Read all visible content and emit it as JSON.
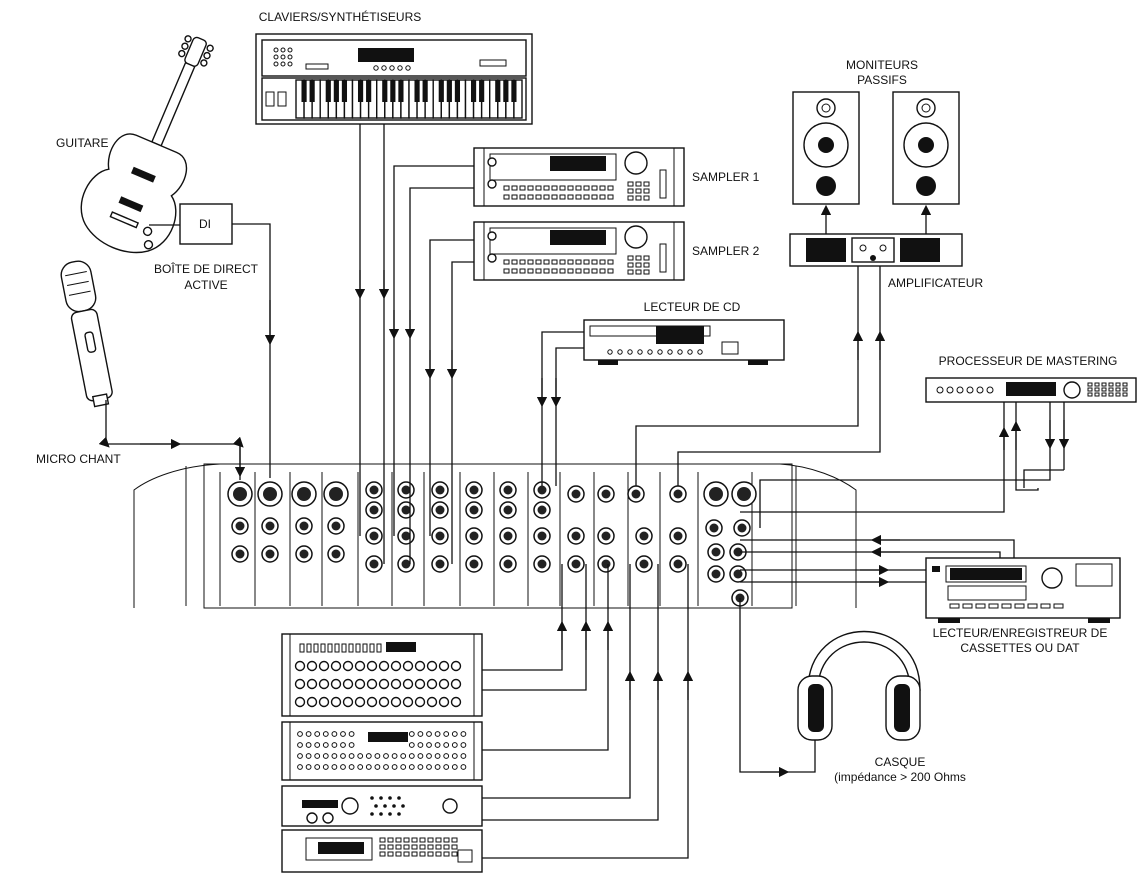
{
  "labels": {
    "keyboards": "CLAVIERS/SYNTHÉTISEURS",
    "monitors_line1": "MONITEURS",
    "monitors_line2": "PASSIFS",
    "guitar": "GUITARE",
    "di": "DI",
    "di_box_line1": "BOÎTE DE DIRECT",
    "di_box_line2": "ACTIVE",
    "sampler1": "SAMPLER 1",
    "sampler2": "SAMPLER 2",
    "amplifier": "AMPLIFICATEUR",
    "cd_player": "LECTEUR DE CD",
    "mastering": "PROCESSEUR DE MASTERING",
    "vocal_mic": "MICRO CHANT",
    "tape_line1": "LECTEUR/ENREGISTREUR DE",
    "tape_line2": "CASSETTES OU DAT",
    "headphones_line1": "CASQUE",
    "headphones_line2": "(impédance > 200 Ohms"
  },
  "devices": [
    "guitar",
    "di-box",
    "microphone",
    "keyboard-synth",
    "sampler-1",
    "sampler-2",
    "cd-player",
    "amplifier",
    "passive-monitors",
    "mastering-processor",
    "cassette-dat-deck",
    "headphones",
    "mixer",
    "rack-effects"
  ]
}
